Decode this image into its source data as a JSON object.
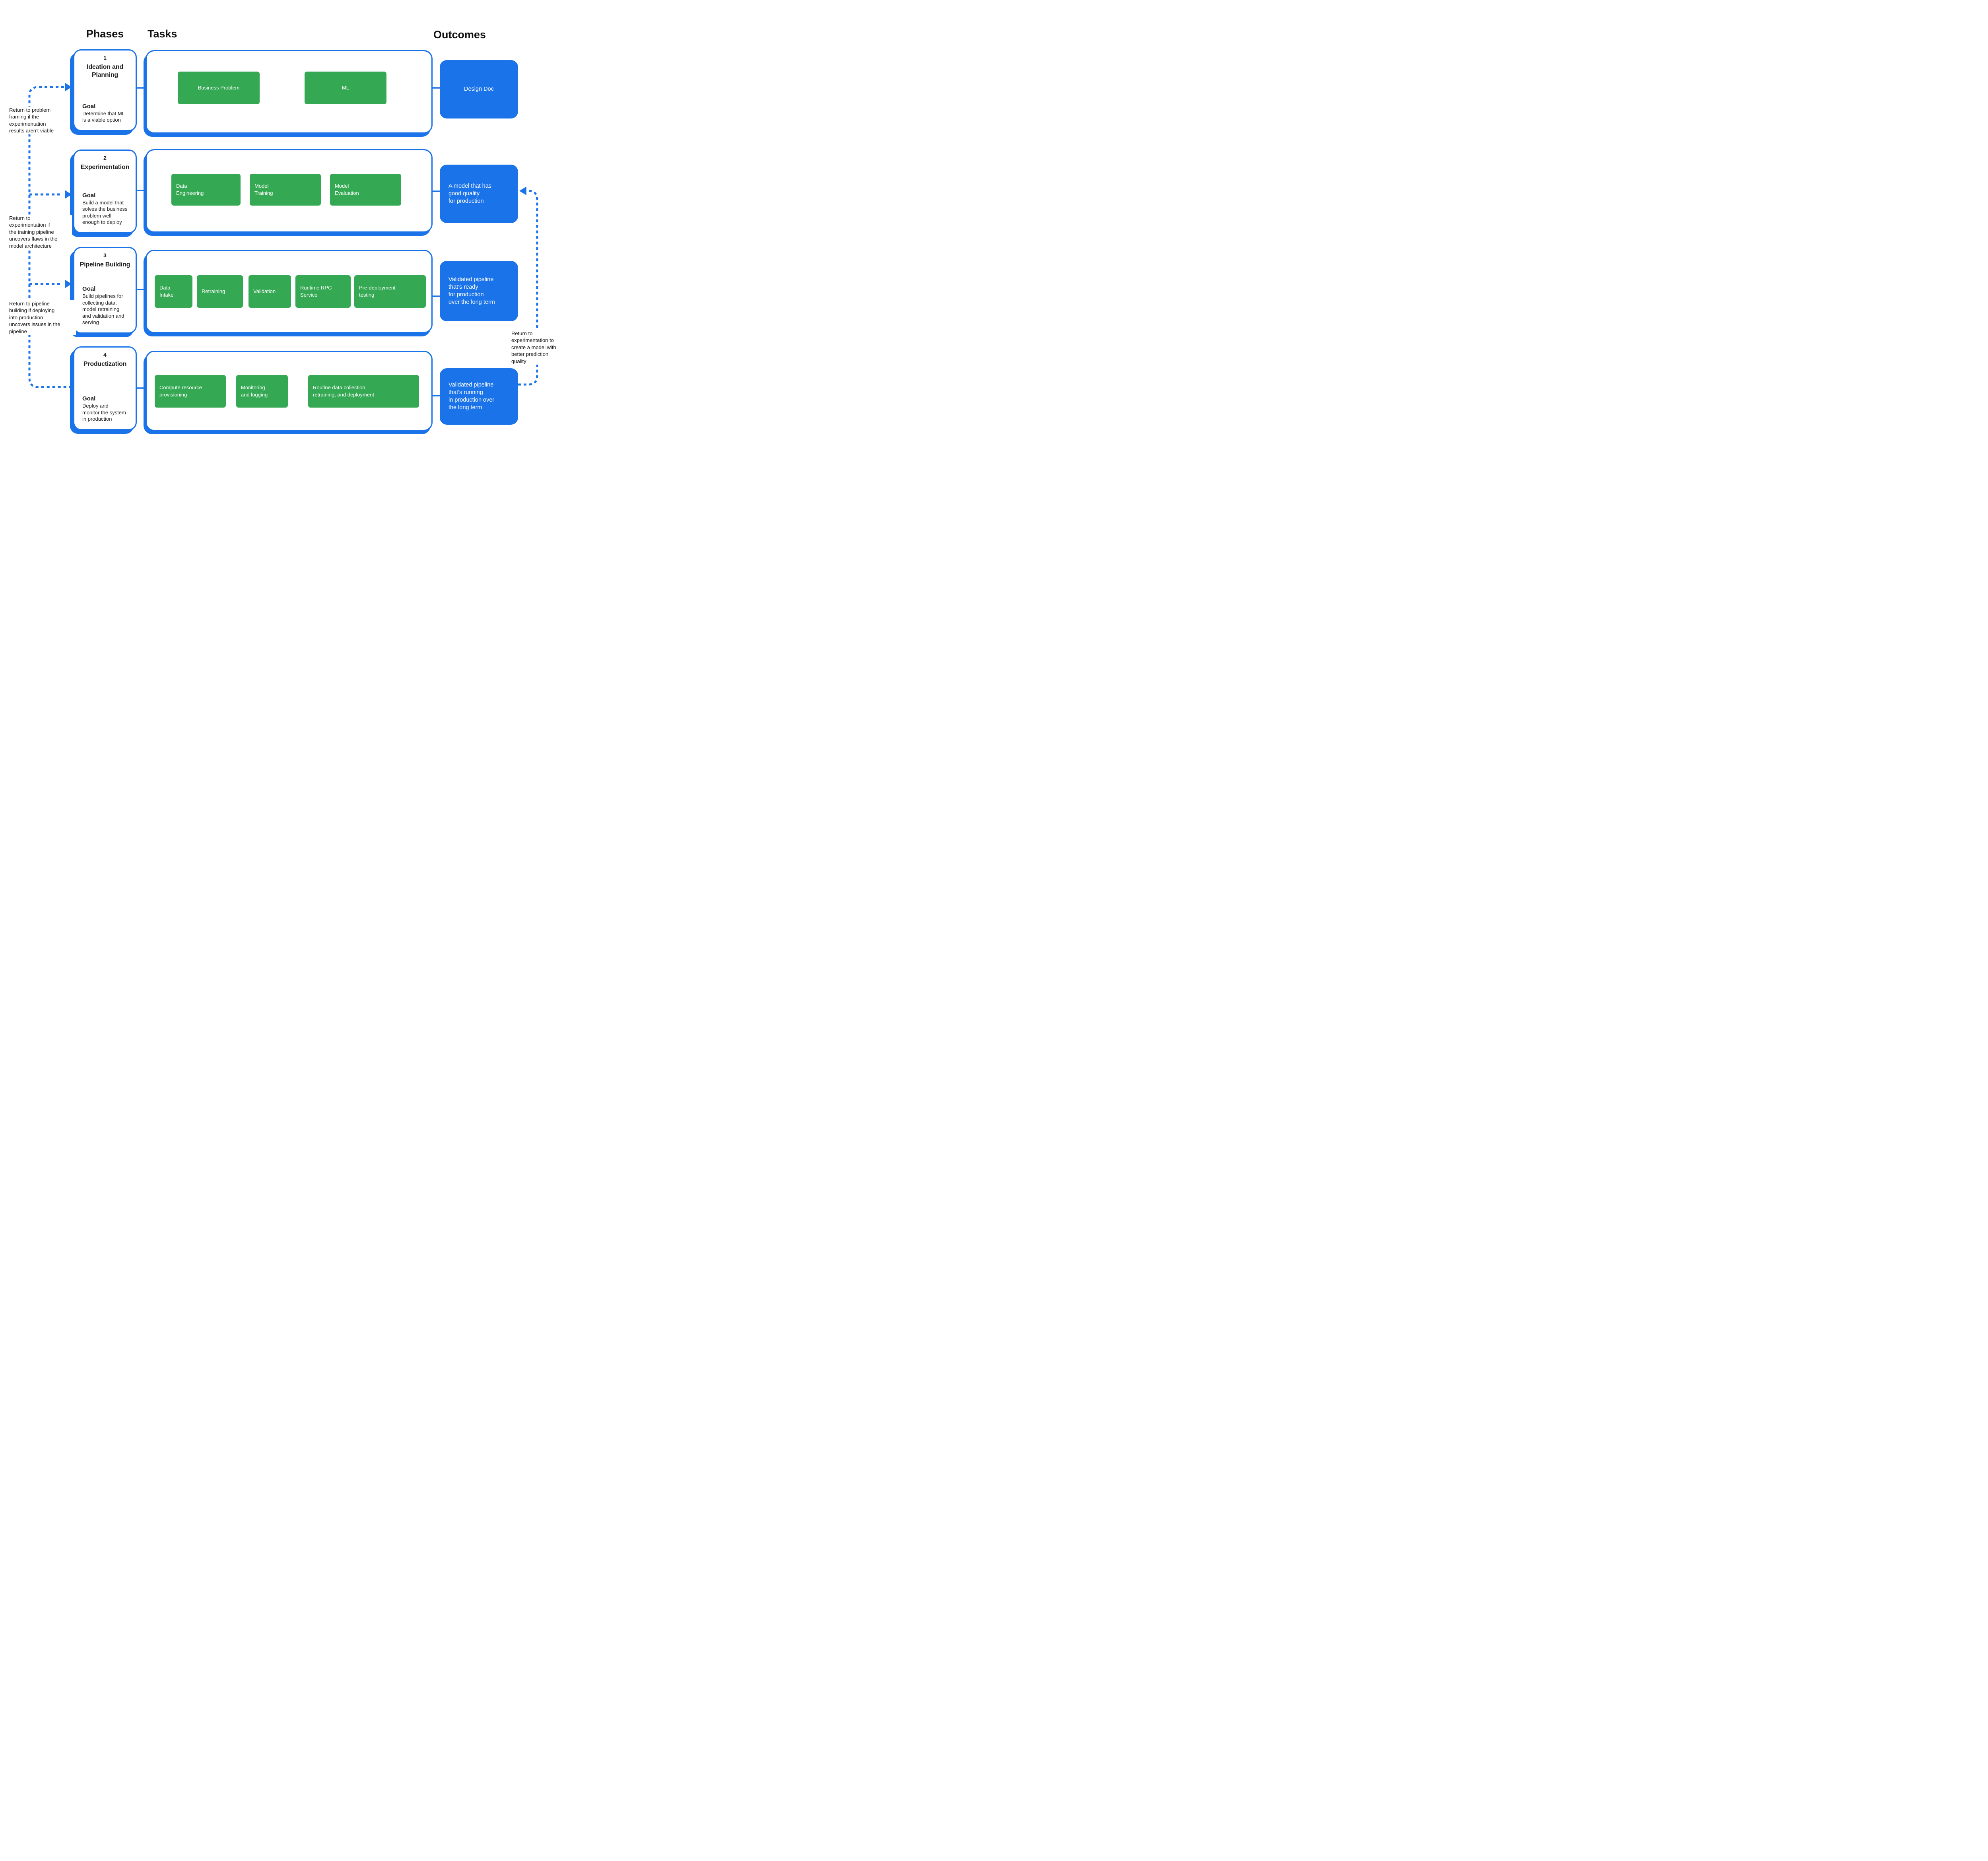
{
  "headers": {
    "phases": "Phases",
    "tasks": "Tasks",
    "outcomes": "Outcomes"
  },
  "colors": {
    "blue": "#1A73E8",
    "green": "#34A853"
  },
  "phases": [
    {
      "number": "1",
      "title": "Ideation and\nPlanning",
      "goal_label": "Goal",
      "goal": "Determine that ML\nis a viable option"
    },
    {
      "number": "2",
      "title": "Experimentation",
      "goal_label": "Goal",
      "goal": "Build a model that\nsolves the business\nproblem well\nenough to deploy"
    },
    {
      "number": "3",
      "title": "Pipeline Building",
      "goal_label": "Goal",
      "goal": "Build pipelines for\ncollecting data,\nmodel retraining\nand validation and\nserving"
    },
    {
      "number": "4",
      "title": "Productization",
      "goal_label": "Goal",
      "goal": "Deploy and\nmonitor the system\nin production"
    }
  ],
  "tasks": {
    "row1": [
      {
        "label": "Business Problem"
      },
      {
        "label": "ML"
      }
    ],
    "row2": [
      {
        "label": "Data\nEngineering"
      },
      {
        "label": "Model\nTraining"
      },
      {
        "label": "Model\nEvaluation"
      }
    ],
    "row3": [
      {
        "label": "Data\nIntake"
      },
      {
        "label": "Retraining"
      },
      {
        "label": "Validation"
      },
      {
        "label": "Runtime RPC\nService"
      },
      {
        "label": "Pre-deployment\ntesting"
      }
    ],
    "row4": [
      {
        "label": "Compute resource\nprovisioning"
      },
      {
        "label": "Monitoring\nand logging"
      },
      {
        "label": "Routine data collection,\nretraining, and deployment"
      }
    ]
  },
  "outcomes": [
    {
      "label": "Design Doc"
    },
    {
      "label": "A model that has\ngood quality\nfor production"
    },
    {
      "label": "Validated pipeline\nthat’s ready\nfor production\nover the long term"
    },
    {
      "label": "Validated pipeline\nthat’s running\nin production over\nthe long term"
    }
  ],
  "annotations": {
    "return_to_problem_framing": "Return to problem\nframing if the\nexperimentation\nresults aren’t viable",
    "return_to_experimentation_left": "Return to\nexperimentation if\nthe training pipeline\nuncovers flaws in the\nmodel architecture",
    "return_to_pipeline_building": "Return to pipeline\nbuilding if deploying\ninto production\nuncovers issues in the\npipeline",
    "return_to_experimentation_right": "Return to\nexperimentation to\ncreate a model with\nbetter prediction\nquality"
  }
}
